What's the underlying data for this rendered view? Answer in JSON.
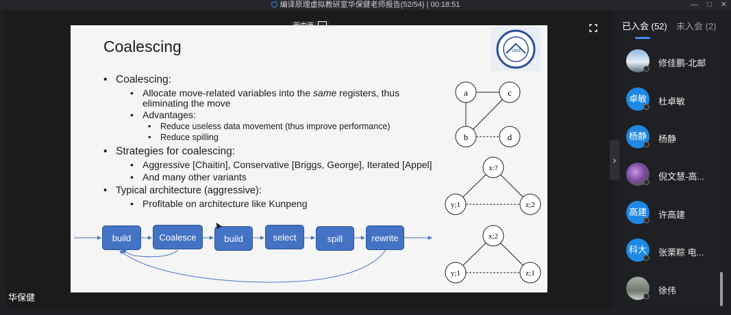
{
  "window": {
    "title": "编译原理虚拟教研室华保健老师报告(52/54) | 00:18:51",
    "controls": [
      "—",
      "□",
      "✕"
    ]
  },
  "toolbar": {
    "view_mode_label": "画中画"
  },
  "slide": {
    "title": "Coalescing",
    "bullets": [
      {
        "level": 1,
        "text": "Coalescing:"
      },
      {
        "level": 2,
        "text_before": "Allocate move-related variables into the ",
        "emphasis": "same",
        "text_after": " registers, thus",
        "text_line2": "eliminating the move"
      },
      {
        "level": 2,
        "text": "Advantages:"
      },
      {
        "level": 3,
        "text": "Reduce useless data movement (thus improve performance)"
      },
      {
        "level": 3,
        "text": "Reduce spilling"
      },
      {
        "level": 1,
        "text": "Strategies for coalescing:"
      },
      {
        "level": 2,
        "text": "Aggressive [Chaitin], Conservative [Briggs, George], Iterated [Appel]"
      },
      {
        "level": 2,
        "text": "And many other variants"
      },
      {
        "level": 1,
        "text": "Typical architecture (aggressive):"
      },
      {
        "level": 2,
        "text": "Profitable on architecture like Kunpeng"
      }
    ],
    "pipeline": [
      "build",
      "Coalesce",
      "build",
      "select",
      "spill",
      "rewrite"
    ],
    "graph1": {
      "nodes": [
        "a",
        "c",
        "b",
        "d"
      ]
    },
    "graph2": {
      "nodes": [
        "x:?",
        "y;1",
        "z;2"
      ]
    },
    "graph3": {
      "nodes": [
        "x;2",
        "y;1",
        "z;1"
      ]
    },
    "logo_text": "1958"
  },
  "speaker": {
    "name": "华保健"
  },
  "panel": {
    "tab_joined": "已入会 (52)",
    "tab_not_joined": "未入会 (2)",
    "members": [
      {
        "avatar_text": "",
        "avatar_type": "photo",
        "name": "修佳鹏-北邮"
      },
      {
        "avatar_text": "卓敏",
        "avatar_type": "blue",
        "name": "杜卓敏"
      },
      {
        "avatar_text": "杨静",
        "avatar_type": "blue",
        "name": "杨静"
      },
      {
        "avatar_text": "",
        "avatar_type": "flower",
        "name": "倪文慧-高..."
      },
      {
        "avatar_text": "高建",
        "avatar_type": "blue",
        "name": "许高建"
      },
      {
        "avatar_text": "科大",
        "avatar_type": "blue",
        "name": "张栗粽 电..."
      },
      {
        "avatar_text": "",
        "avatar_type": "photo2",
        "name": "徐伟"
      }
    ]
  },
  "colors": {
    "accent": "#3b8cff",
    "box_fill": "#4472c4",
    "avatar_blue": "#1e88e5"
  }
}
